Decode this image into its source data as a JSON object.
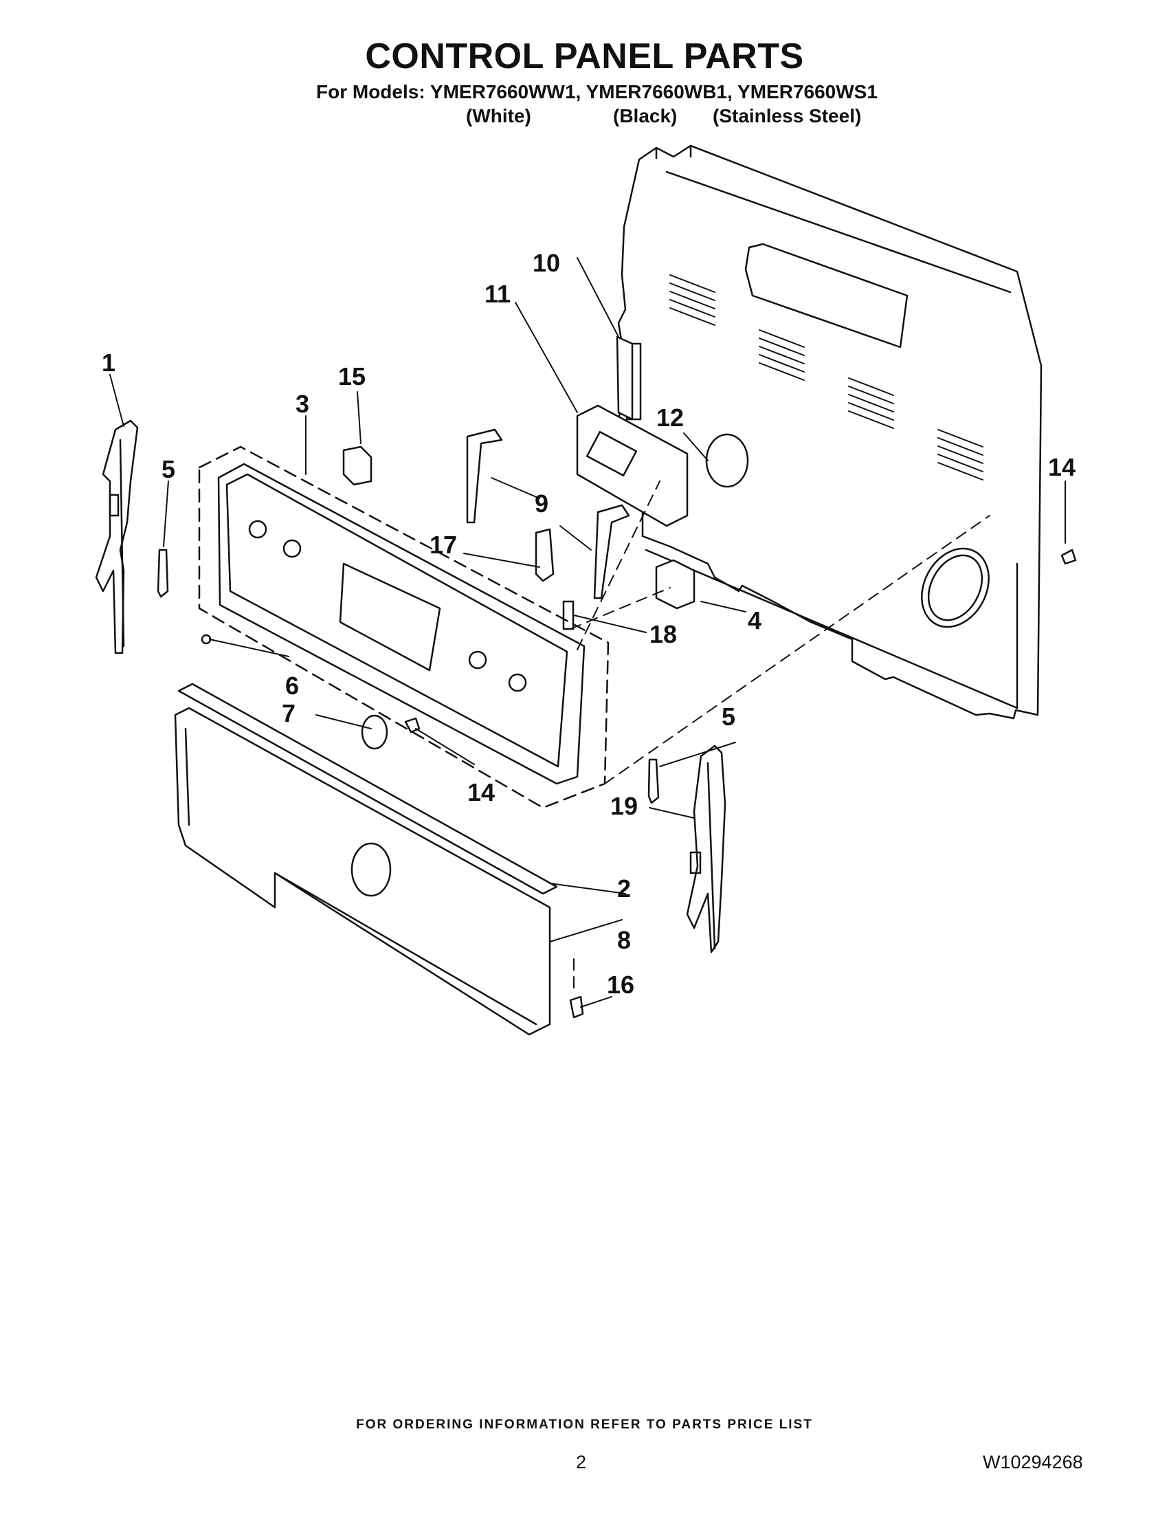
{
  "header": {
    "title": "CONTROL PANEL PARTS",
    "models_line": "For Models: YMER7660WW1, YMER7660WB1, YMER7660WS1",
    "finishes": [
      "(White)",
      "(Black)",
      "(Stainless Steel)"
    ]
  },
  "callouts": [
    "1",
    "2",
    "3",
    "4",
    "5",
    "5",
    "6",
    "7",
    "8",
    "9",
    "10",
    "11",
    "12",
    "14",
    "14",
    "15",
    "16",
    "17",
    "18",
    "19"
  ],
  "footer": {
    "ordering_note": "FOR ORDERING INFORMATION REFER TO PARTS PRICE LIST",
    "page_number": "2",
    "document_number": "W10294268"
  }
}
